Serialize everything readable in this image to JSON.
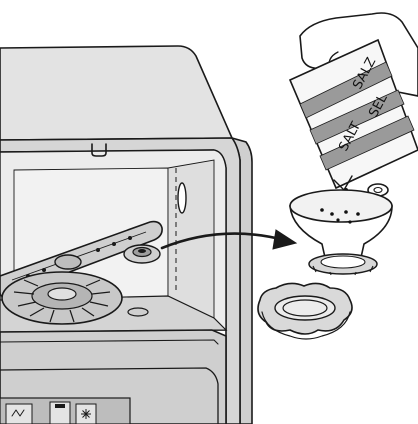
{
  "figure": {
    "package_labels": [
      "SALZ",
      "SEL",
      "SALT"
    ],
    "colors": {
      "outline": "#1a1a1a",
      "cabinet_fill": "#d9d9d9",
      "cabinet_shade": "#bdbdbd",
      "interior_fill": "#e6e6e6",
      "package_fill": "#f7f7f7",
      "package_stripe": "#9a9a9a",
      "salt_grain": "#111111"
    },
    "icons": [
      "dishwasher-cabinet",
      "spray-arm",
      "salt-container-cap",
      "arrow",
      "salt-package",
      "hand",
      "funnel",
      "screw-cap",
      "salt-grains",
      "control-panel"
    ]
  }
}
